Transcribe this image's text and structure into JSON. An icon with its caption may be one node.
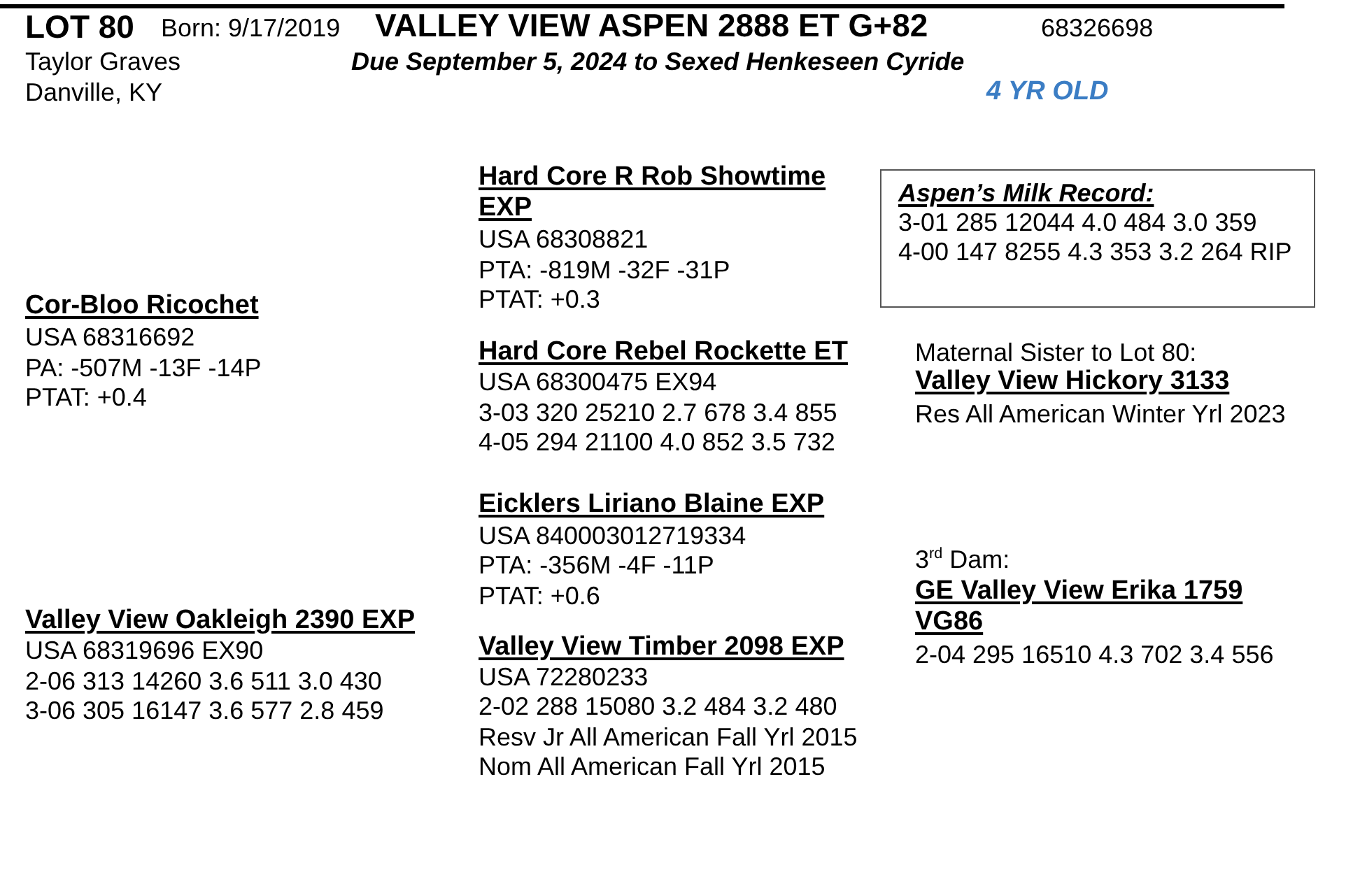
{
  "diagram": {
    "title": "VALLEY VIEW ASPEN 2888 ET G+82",
    "nodes": [
      {
        "text": [
          "Aspen’s Milk Record:",
          "3-01 285 12044 4.0 484 3.0 359",
          "4-00 147 8255 4.3 353 3.2 264 RIP"
        ]
      }
    ],
    "labels": [
      "LOT 80",
      "Born: 9/17/2019",
      "68326698",
      "Taylor Graves",
      "Due September 5, 2024 to Sexed Henkeseen Cyride",
      "Danville, KY",
      "4 YR OLD",
      "Cor-Bloo Ricochet",
      "USA 68316692",
      "PA: -507M -13F -14P",
      "PTAT: +0.4",
      "Valley View Oakleigh 2390 EXP",
      "USA 68319696 EX90",
      "2-06 313 14260 3.6 511 3.0 430",
      "3-06 305 16147 3.6 577 2.8 459",
      "Hard Core R Rob Showtime EXP",
      "USA 68308821",
      "PTA: -819M -32F -31P",
      "PTAT: +0.3",
      "Hard Core Rebel Rockette ET",
      "USA 68300475 EX94",
      "3-03 320 25210 2.7 678 3.4 855",
      "4-05 294 21100 4.0 852 3.5 732",
      "Eicklers Liriano Blaine EXP",
      "USA 840003012719334",
      "PTA: -356M -4F -11P",
      "PTAT: +0.6",
      "Valley View Timber 2098 EXP",
      "USA 72280233",
      "2-02 288 15080 3.2 484 3.2 480",
      "Resv Jr All American Fall Yrl 2015",
      "Nom All American Fall Yrl 2015",
      "Maternal Sister to Lot 80:",
      "Valley View Hickory 3133",
      "Res All American Winter Yrl 2023",
      "3$^{rd}$ Dam:",
      "GE Valley View Erika 1759 VG86",
      "2-04 295 16510 4.3 702 3.4 556"
    ]
  }
}
